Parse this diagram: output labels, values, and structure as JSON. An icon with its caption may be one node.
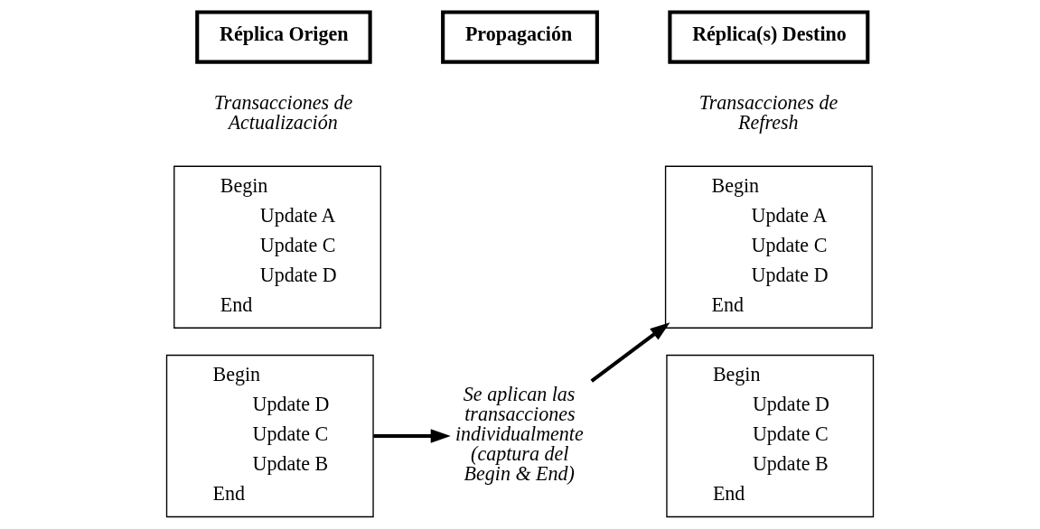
{
  "diagram": {
    "nodes": [
      {
        "text": [
          "Réplica Origen"
        ]
      },
      {
        "text": [
          "Propagación"
        ]
      },
      {
        "text": [
          "Réplica(s) Destino"
        ]
      },
      {
        "text": [
          "Begin",
          "Update A",
          "Update C",
          "Update D",
          "End"
        ]
      },
      {
        "text": [
          "Begin",
          "Update D",
          "Update C",
          "Update B",
          "End"
        ]
      },
      {
        "text": [
          "Se aplican las transacciones individualmente (captura del Begin & End)"
        ]
      },
      {
        "text": [
          "Begin",
          "Update A",
          "Update C",
          "Update D",
          "End"
        ]
      },
      {
        "text": [
          "Begin",
          "Update D",
          "Update C",
          "Update B",
          "End"
        ]
      }
    ],
    "edges": [
      {
        "from": 4,
        "to": 5,
        "arrow": "to"
      },
      {
        "from": 5,
        "to": 6,
        "arrow": "to"
      }
    ],
    "labels": [
      "Transacciones de Actualización",
      "Transacciones de Refresh"
    ]
  }
}
